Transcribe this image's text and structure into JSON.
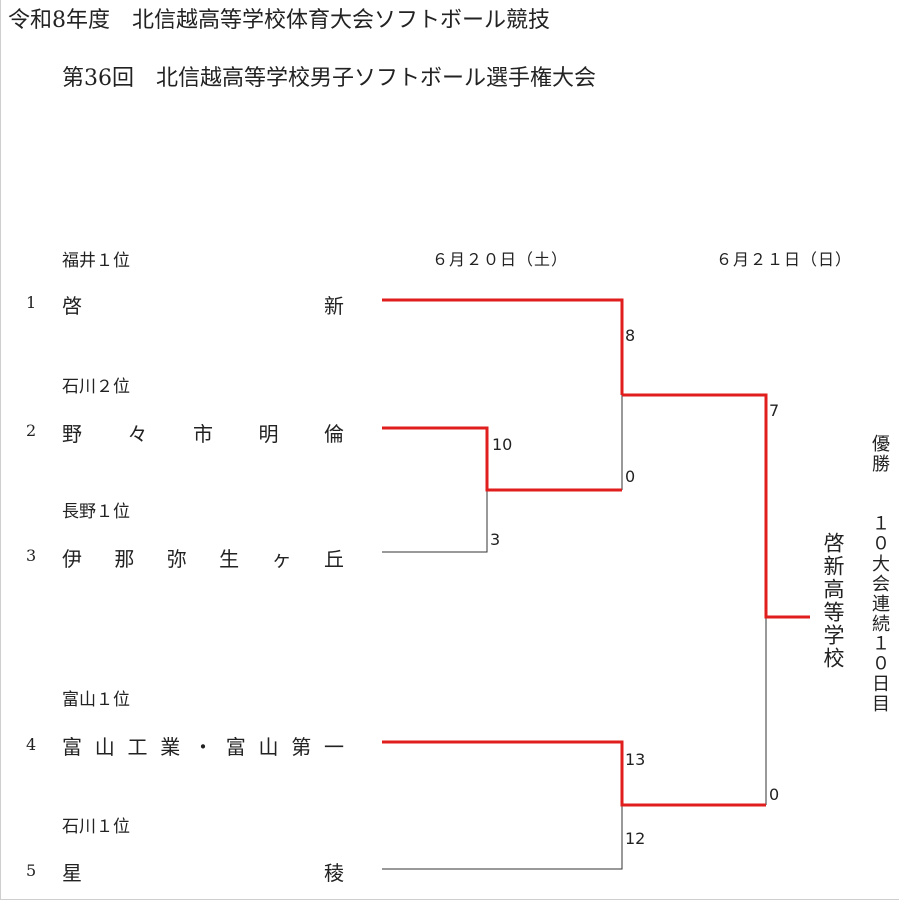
{
  "header": {
    "title": "令和8年度　北信越高等学校体育大会ソフトボール競技",
    "subtitle": "第36回　北信越高等学校男子ソフトボール選手権大会"
  },
  "dates": {
    "round1": "６月２０日（土）",
    "round2": "６月２１日（日）"
  },
  "teams": [
    {
      "num": "1",
      "seed": "福井１位",
      "name": [
        "啓",
        "新"
      ]
    },
    {
      "num": "2",
      "seed": "石川２位",
      "name": [
        "野",
        "々",
        "市",
        "明",
        "倫"
      ]
    },
    {
      "num": "3",
      "seed": "長野１位",
      "name": [
        "伊",
        "那",
        "弥",
        "生",
        "ヶ",
        "丘"
      ]
    },
    {
      "num": "4",
      "seed": "富山１位",
      "name": [
        "富",
        "山",
        "工",
        "業",
        "・",
        "富",
        "山",
        "第",
        "一"
      ]
    },
    {
      "num": "5",
      "seed": "石川１位",
      "name": [
        "星",
        "稜"
      ]
    }
  ],
  "scores": {
    "q1_top": "10",
    "q1_bottom": "3",
    "sf1_top": "8",
    "sf1_bottom": "0",
    "sf2_top": "13",
    "sf2_bottom": "12",
    "final_top": "7",
    "final_bottom": "0"
  },
  "winner": {
    "name": "啓新高等学校",
    "label": "優勝",
    "record": "１０大会連続１０日目"
  },
  "colors": {
    "win_line": "#e01e1e",
    "lose_line": "#333333"
  }
}
